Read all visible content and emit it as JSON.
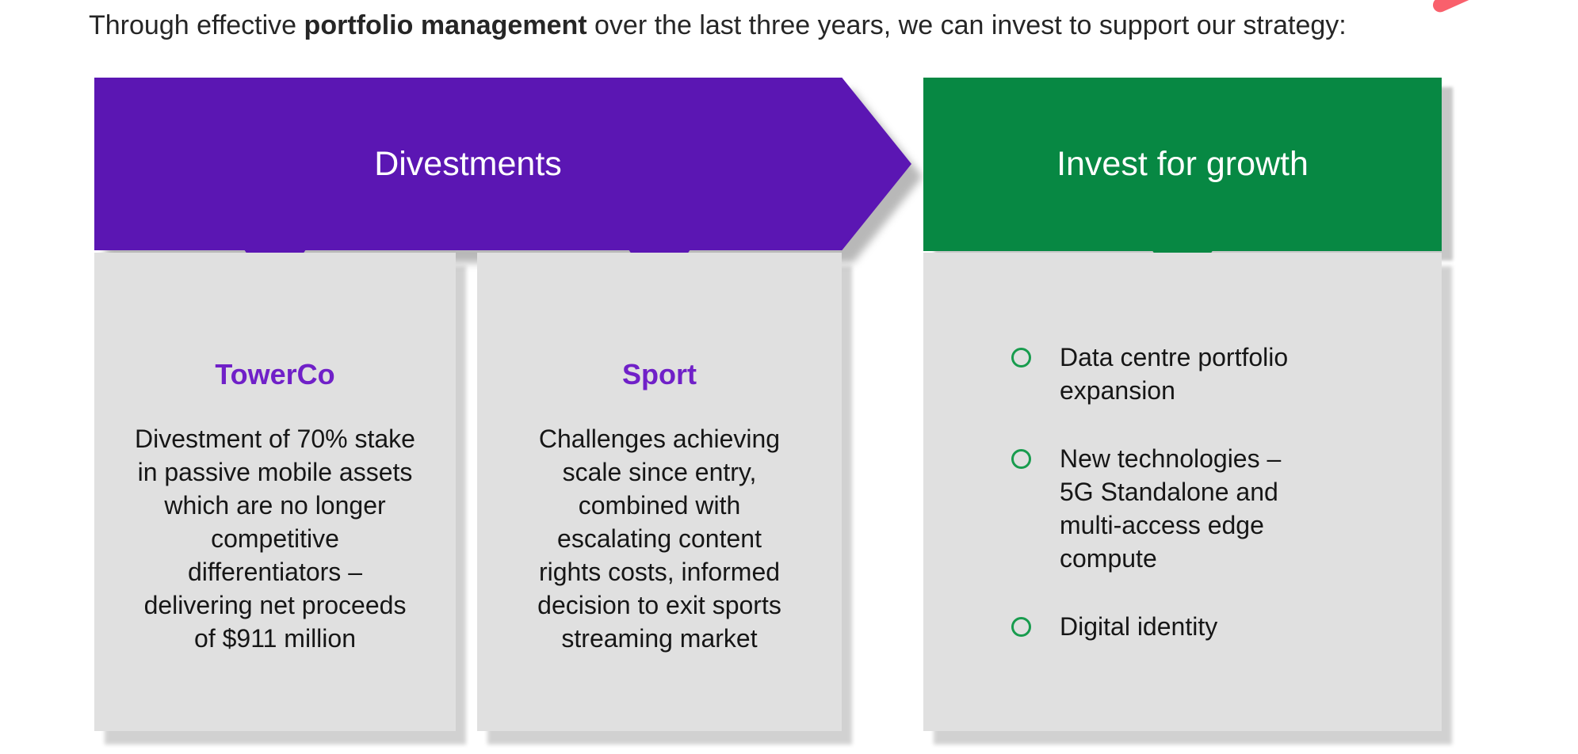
{
  "header": {
    "text_pre": "Through effective ",
    "text_bold": "portfolio management",
    "text_post": " over the last three years, we can invest to support our strategy:"
  },
  "banners": {
    "divestments_label": "Divestments",
    "invest_label": "Invest for growth"
  },
  "cards": {
    "towerco": {
      "title": "TowerCo",
      "body": "Divestment of 70% stake\nin passive mobile assets\nwhich are no longer\ncompetitive\ndifferentiators –\ndelivering net proceeds\nof $911 million"
    },
    "sport": {
      "title": "Sport",
      "body": "Challenges achieving\nscale since entry,\ncombined with\nescalating content\nrights costs, informed\ndecision to exit sports\nstreaming market"
    },
    "invest": {
      "bullets": [
        "Data centre portfolio\nexpansion",
        "New technologies –\n5G Standalone and\nmulti-access edge\ncompute",
        "Digital identity"
      ]
    }
  },
  "colors": {
    "banner_purple": "#5B16B3",
    "title_purple": "#7020C8",
    "banner_green": "#078843",
    "bullet_green": "#189C4E",
    "card_gray": "#E0E0E0",
    "pen_stroke_pink": "#F9606C",
    "header_text": "#262626"
  }
}
